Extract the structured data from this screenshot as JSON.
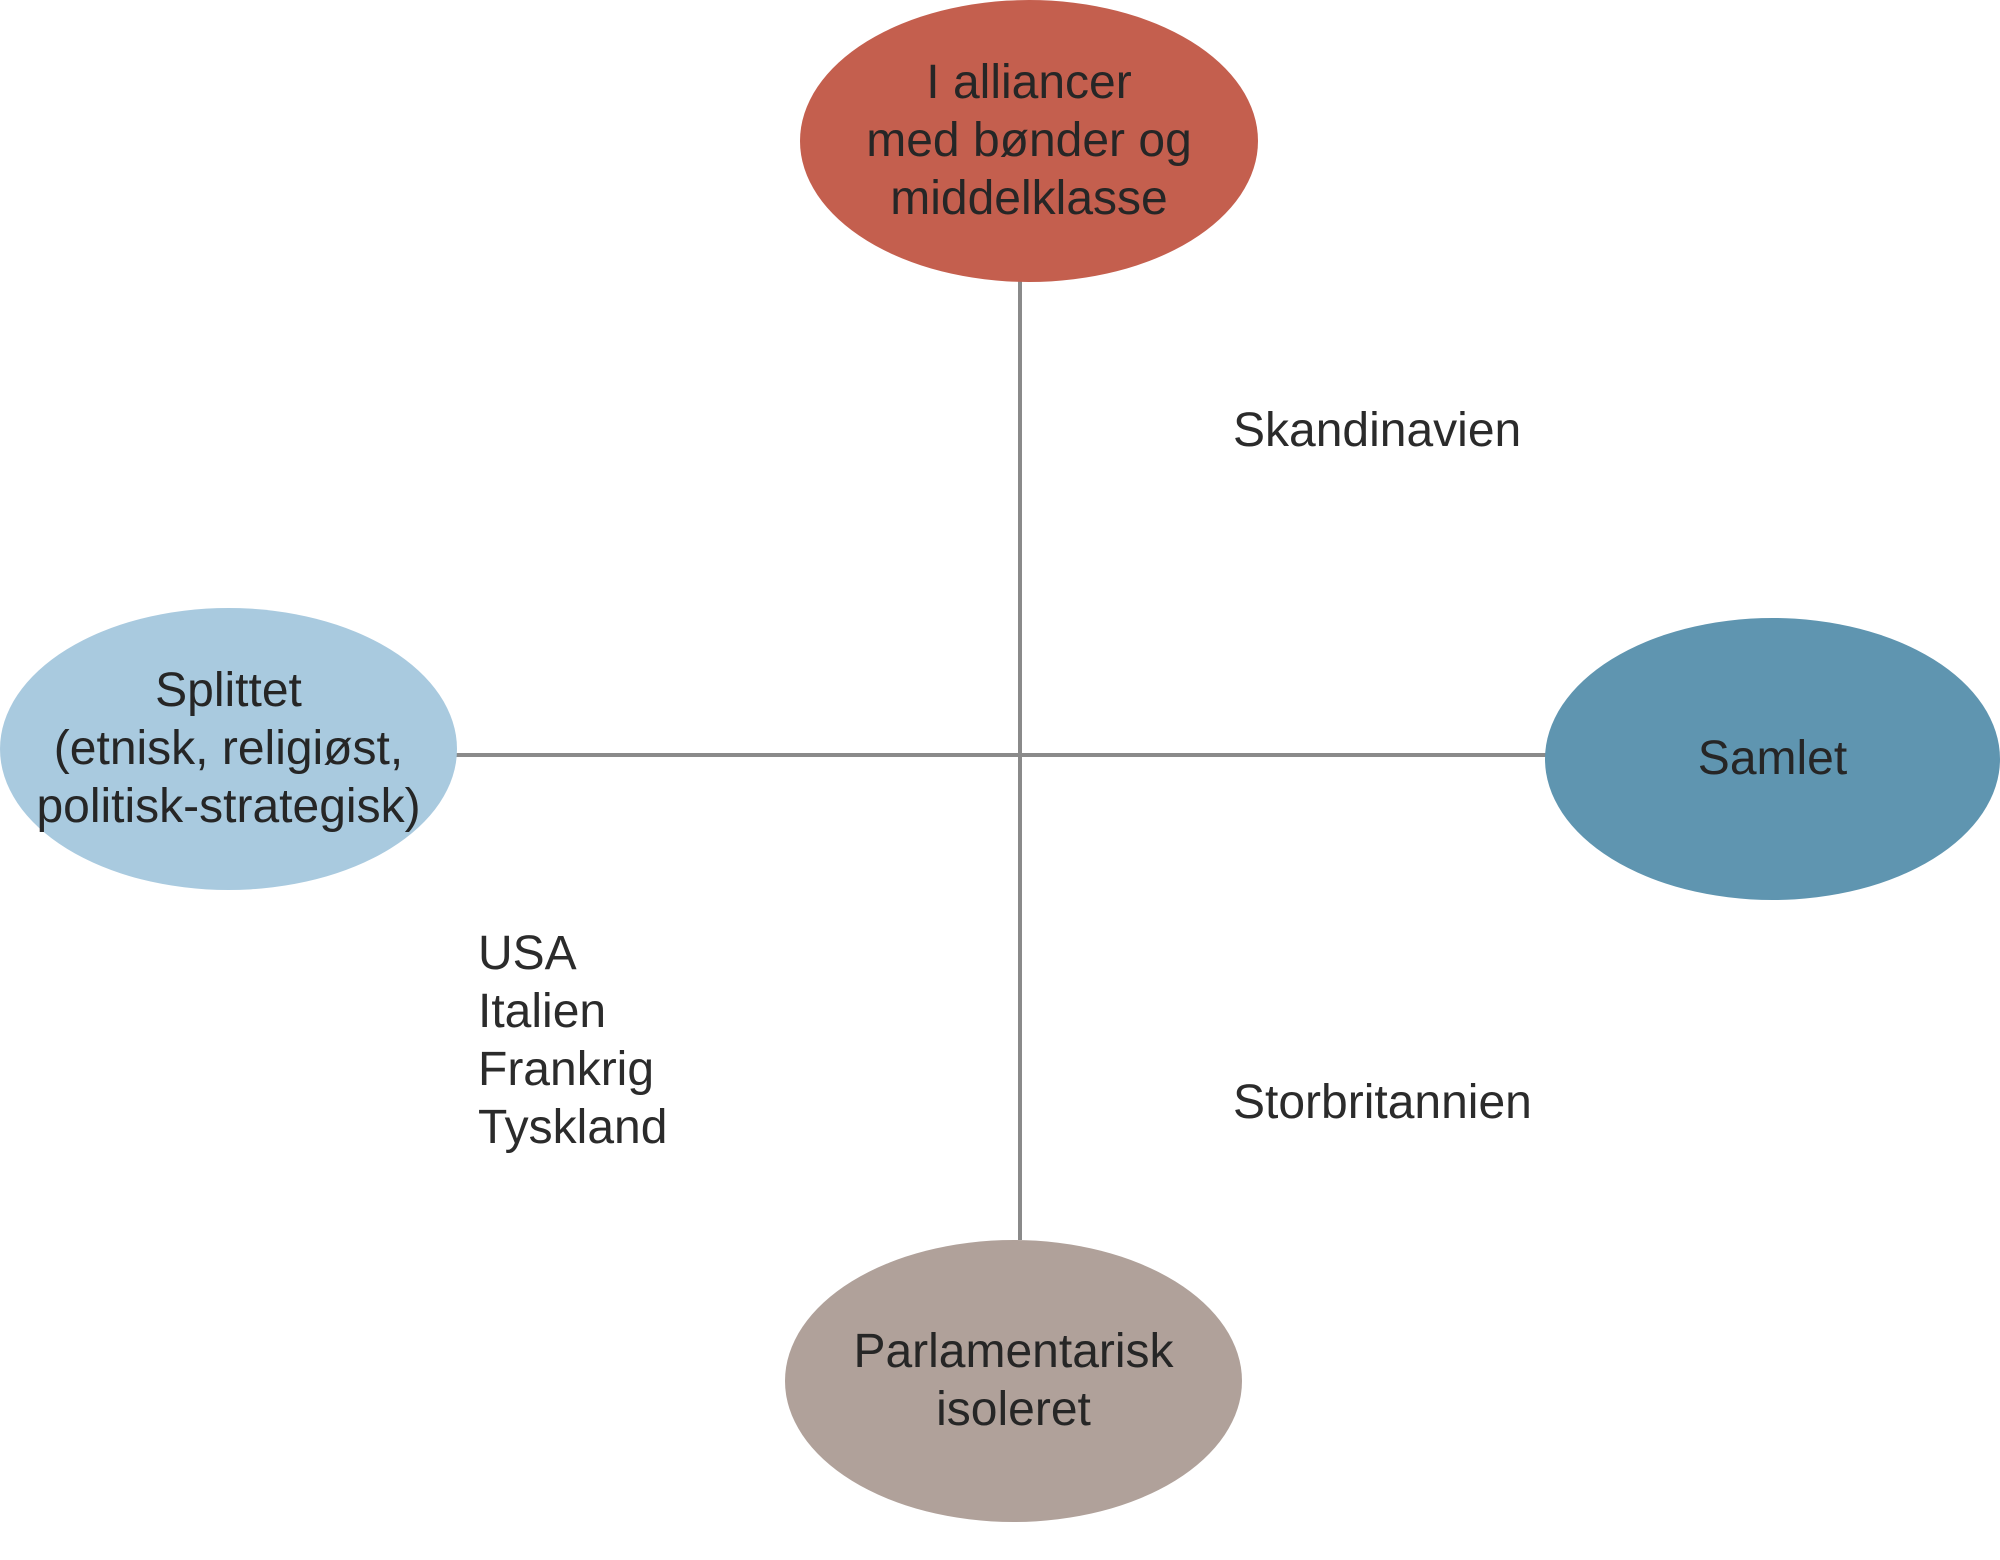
{
  "colors": {
    "top_node": "#c45f4e",
    "left_node": "#a9cadf",
    "right_node": "#5f95b0",
    "bottom_node": "#b0a19a",
    "axis": "#8a8a8a"
  },
  "nodes": {
    "top": {
      "lines": [
        "I alliancer",
        "med bønder og",
        "middelklasse"
      ]
    },
    "left": {
      "lines": [
        "Splittet",
        "(etnisk, religiøst,",
        "politisk-strategisk)"
      ]
    },
    "right": {
      "lines": [
        "Samlet"
      ]
    },
    "bottom": {
      "lines": [
        "Parlamentarisk",
        "isoleret"
      ]
    }
  },
  "quadrants": {
    "upper_right": "Skandinavien",
    "lower_right": "Storbritannien",
    "lower_left": [
      "USA",
      "Italien",
      "Frankrig",
      "Tyskland"
    ]
  }
}
